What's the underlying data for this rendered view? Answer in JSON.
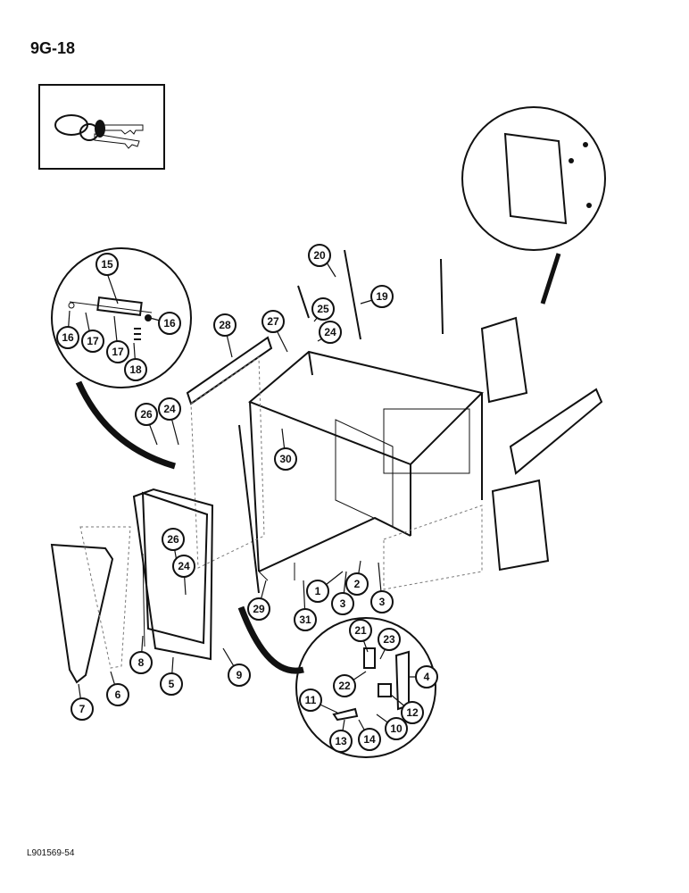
{
  "page": {
    "number": "9G-18",
    "figure_id": "L901569-54"
  },
  "callouts": [
    "1",
    "2",
    "3",
    "3",
    "4",
    "5",
    "6",
    "7",
    "8",
    "9",
    "10",
    "11",
    "12",
    "13",
    "14",
    "15",
    "16",
    "16",
    "17",
    "17",
    "18",
    "19",
    "20",
    "21",
    "22",
    "23",
    "24",
    "24",
    "24",
    "25",
    "26",
    "26",
    "27",
    "28",
    "29",
    "30",
    "31"
  ],
  "insets": [
    "key-inset",
    "gas-strut-detail",
    "rear-window-detail",
    "latch-detail"
  ]
}
